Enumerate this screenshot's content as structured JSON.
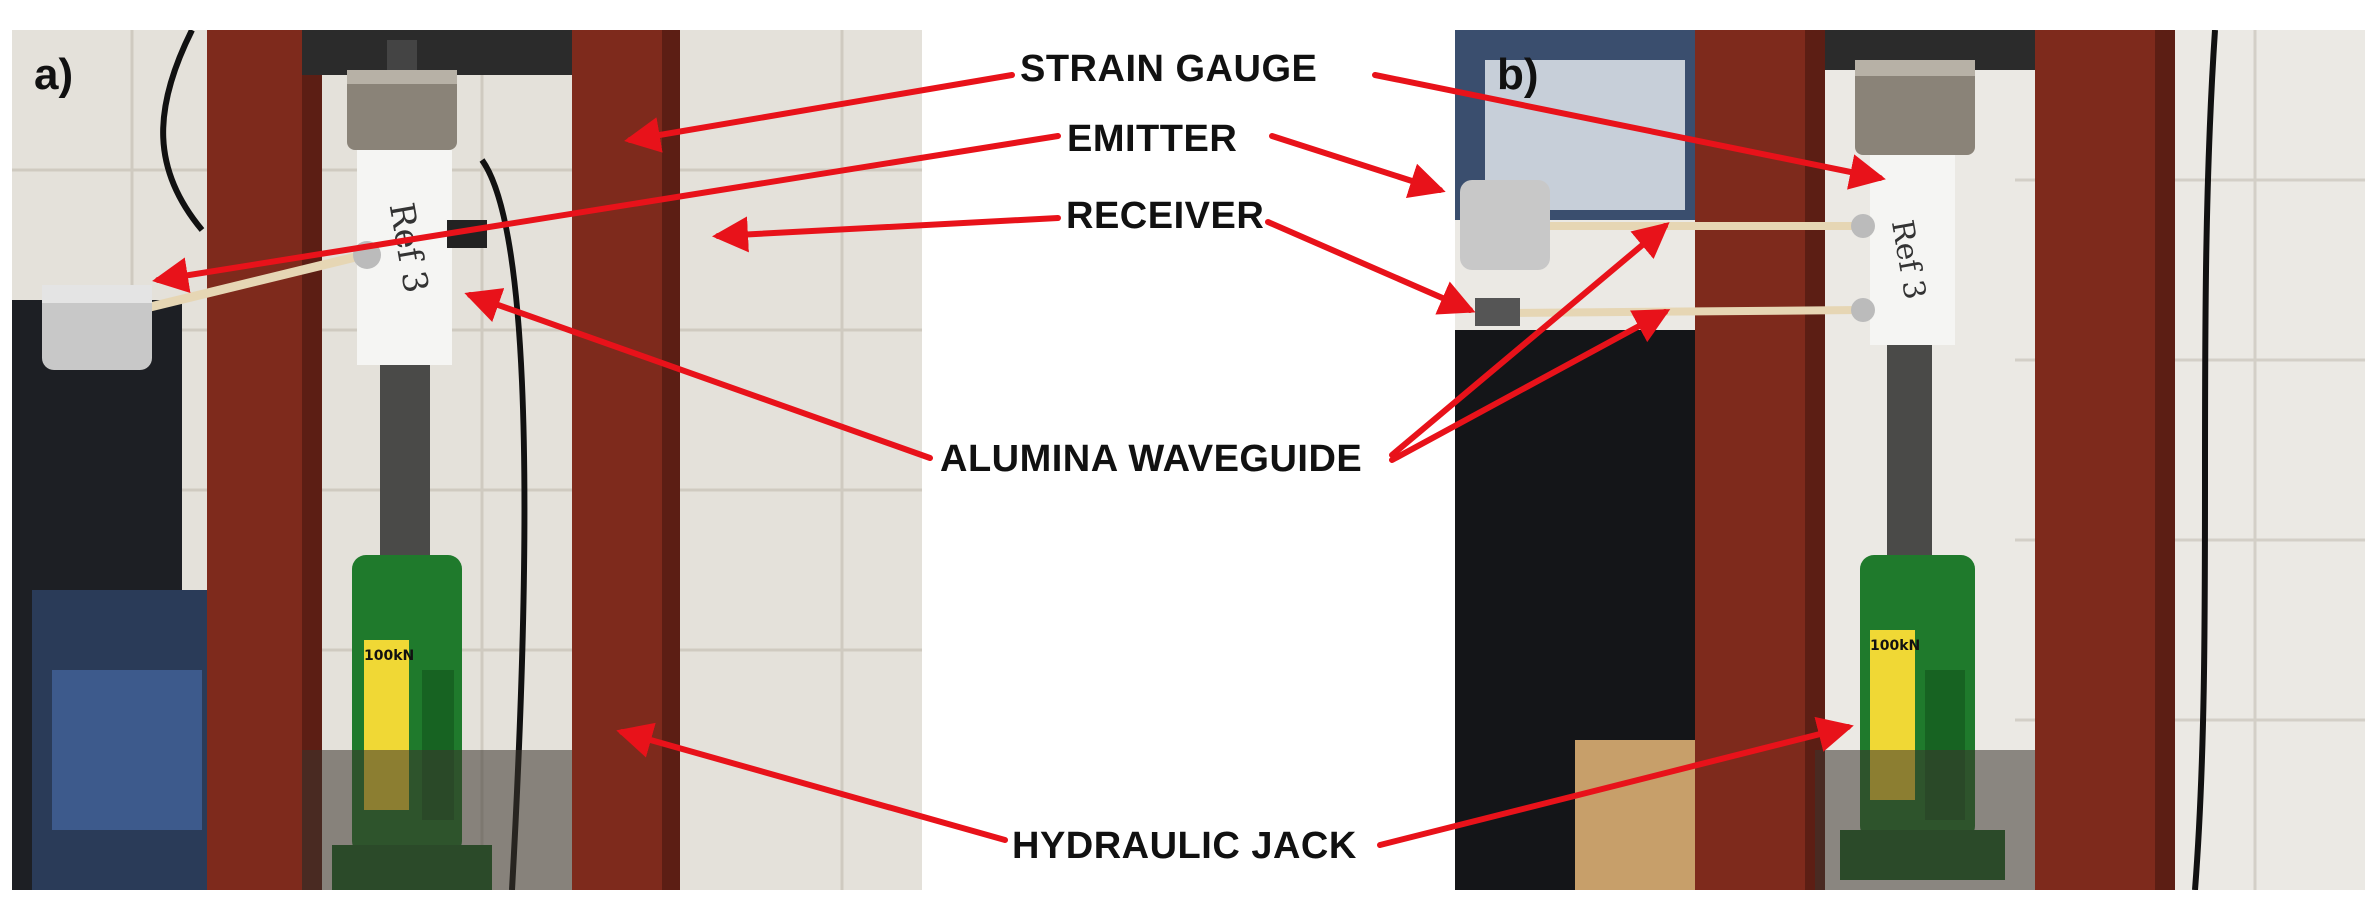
{
  "panels": {
    "a_label": "a)",
    "b_label": "b)"
  },
  "callouts": {
    "strain_gauge": "STRAIN GAUGE",
    "emitter": "EMITTER",
    "receiver": "RECEIVER",
    "alumina_waveguide": "ALUMINA WAVEGUIDE",
    "hydraulic_jack": "HYDRAULIC JACK"
  },
  "sample_marking": "Ref 3",
  "jack_label": "100kN",
  "colors": {
    "arrow": "#e8121a",
    "frame_red": "#7e2a1c",
    "jack_green": "#1f7a2c",
    "tile_wall": "#e9e7e2"
  }
}
